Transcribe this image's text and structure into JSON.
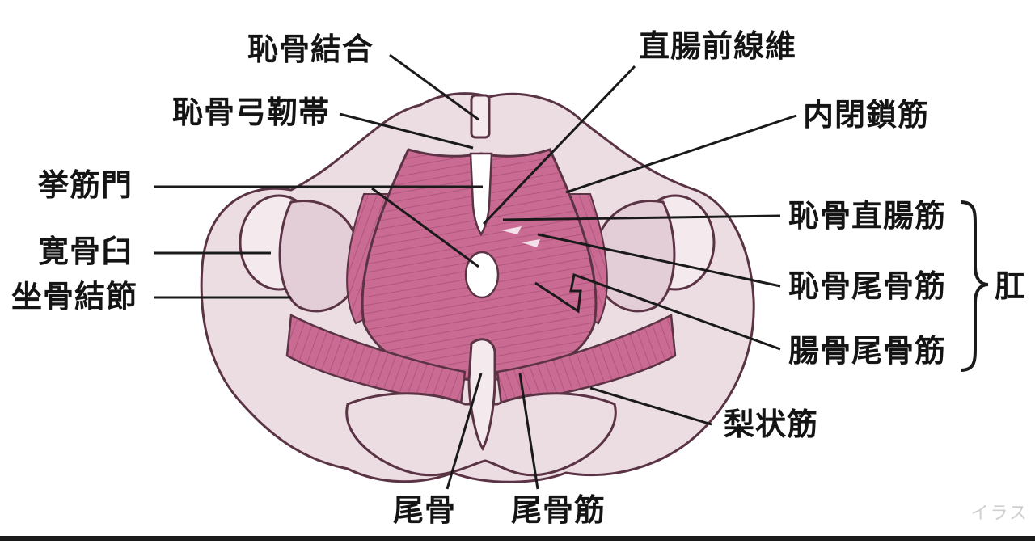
{
  "labels": {
    "pubic_symphysis": "恥骨結合",
    "pubic_arcuate_ligament": "恥骨弓靭帯",
    "levator_hiatus": "挙筋門",
    "acetabulum": "寛骨臼",
    "ischial_tuberosity": "坐骨結節",
    "prerectal_fibers": "直腸前線維",
    "obturator_internus": "内閉鎖筋",
    "puborectalis": "恥骨直腸筋",
    "pubococcygeus": "恥骨尾骨筋",
    "iliococcygeus": "腸骨尾骨筋",
    "group_label": "肛",
    "piriformis": "梨状筋",
    "coccyx": "尾骨",
    "coccygeus": "尾骨筋"
  },
  "watermark": "イラス",
  "colors": {
    "muscle": "#c96b92",
    "muscle_dark": "#a84e78",
    "bone": "#ecdde3",
    "bone_shadow": "#d4b7c4",
    "outline": "#5a3344",
    "leader": "#1a1a1a"
  }
}
